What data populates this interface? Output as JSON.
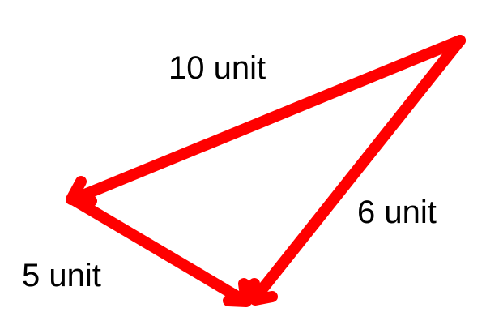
{
  "diagram": {
    "vectors": [
      {
        "from": "right-apex",
        "to": "left-vertex",
        "length_label": "10 unit"
      },
      {
        "from": "left-vertex",
        "to": "bottom-vertex",
        "length_label": "5 unit"
      },
      {
        "from": "right-apex",
        "to": "bottom-vertex",
        "length_label": "6 unit"
      }
    ],
    "colors": {
      "vector": "#ff0000",
      "text": "#000000",
      "background": "#ffffff"
    }
  }
}
